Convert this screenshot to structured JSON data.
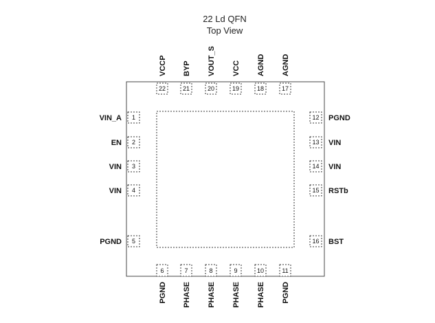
{
  "title": {
    "line1": "22 Ld QFN",
    "line2": "Top View"
  },
  "pins": {
    "left": [
      {
        "num": "1",
        "name": "VIN_A"
      },
      {
        "num": "2",
        "name": "EN"
      },
      {
        "num": "3",
        "name": "VIN"
      },
      {
        "num": "4",
        "name": "VIN"
      },
      {
        "num": "5",
        "name": "PGND"
      }
    ],
    "bottom": [
      {
        "num": "6",
        "name": "PGND"
      },
      {
        "num": "7",
        "name": "PHASE"
      },
      {
        "num": "8",
        "name": "PHASE"
      },
      {
        "num": "9",
        "name": "PHASE"
      },
      {
        "num": "10",
        "name": "PHASE"
      },
      {
        "num": "11",
        "name": "PGND"
      }
    ],
    "right": [
      {
        "num": "12",
        "name": "PGND"
      },
      {
        "num": "13",
        "name": "VIN"
      },
      {
        "num": "14",
        "name": "VIN"
      },
      {
        "num": "15",
        "name": "RSTb"
      },
      {
        "num": "16",
        "name": "BST"
      }
    ],
    "top": [
      {
        "num": "17",
        "name": "AGND"
      },
      {
        "num": "18",
        "name": "AGND"
      },
      {
        "num": "19",
        "name": "VCC"
      },
      {
        "num": "20",
        "name": "VOUT_S"
      },
      {
        "num": "21",
        "name": "BYP"
      },
      {
        "num": "22",
        "name": "VCCP"
      }
    ]
  }
}
